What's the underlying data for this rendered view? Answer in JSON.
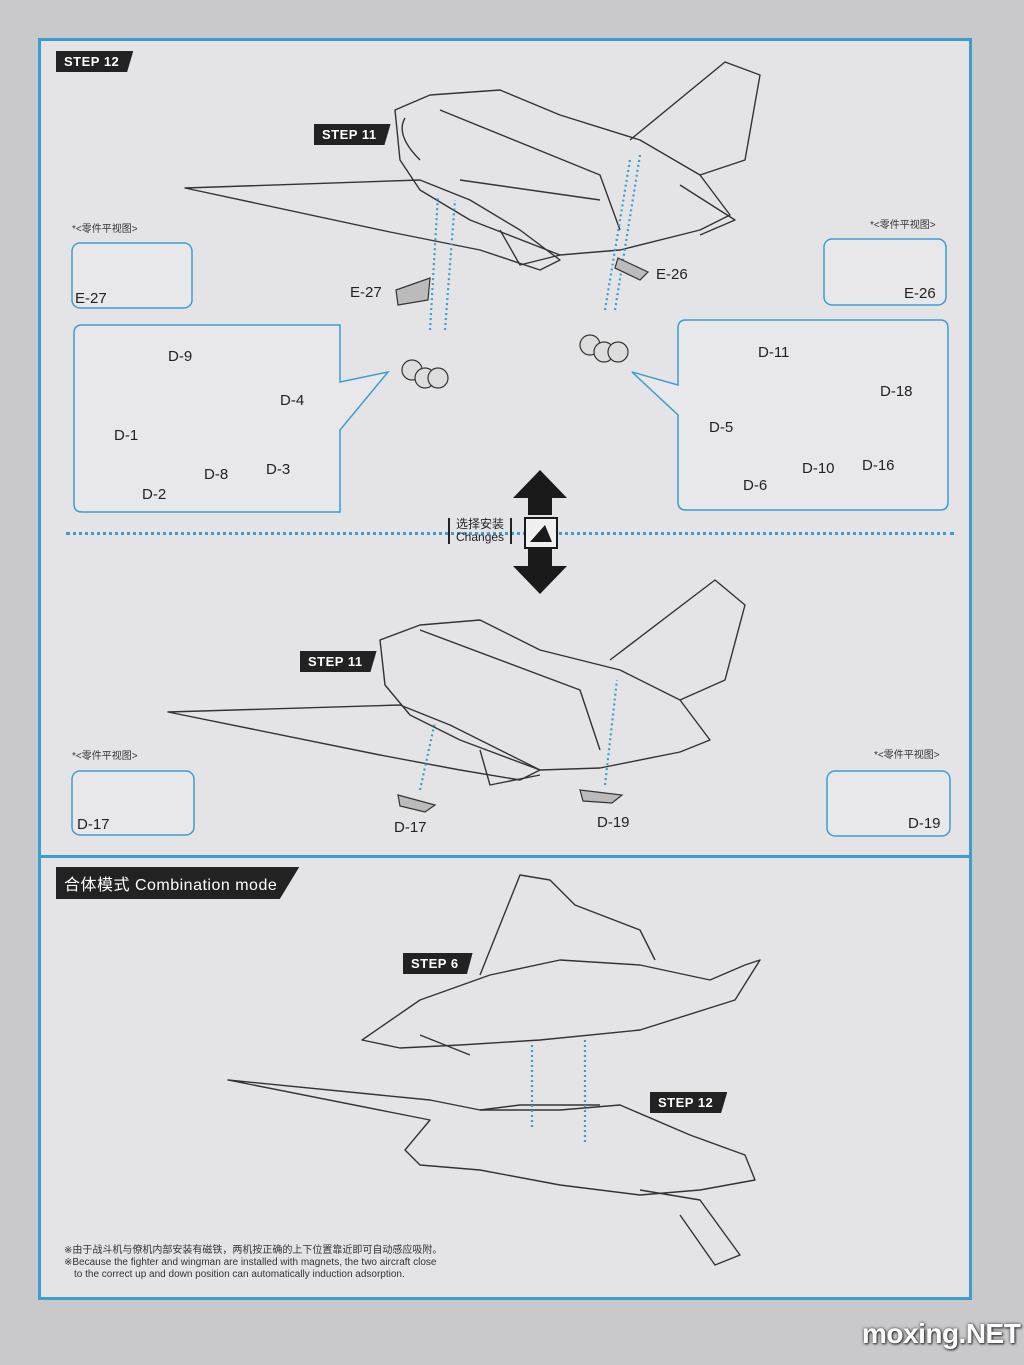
{
  "steps": {
    "step12": "STEP 12",
    "step11_top": "STEP 11",
    "step11_mid": "STEP 11",
    "step6": "STEP 6",
    "step12_bottom": "STEP 12",
    "combination": "合体模式 Combination mode"
  },
  "view_note": "*<零件平视图>",
  "changes": {
    "cn": "选择安装",
    "en": "Changes"
  },
  "parts": {
    "E27": "E-27",
    "E26": "E-26",
    "D9": "D-9",
    "D4": "D-4",
    "D1": "D-1",
    "D8": "D-8",
    "D3": "D-3",
    "D2": "D-2",
    "D11": "D-11",
    "D18": "D-18",
    "D5": "D-5",
    "D10": "D-10",
    "D16": "D-16",
    "D6": "D-6",
    "D17": "D-17",
    "D19": "D-19"
  },
  "footnote": {
    "cn": "※由于战斗机与僚机内部安装有磁铁，两机按正确的上下位置靠近即可自动感应吸附。",
    "en1": "※Because the fighter and wingman are installed with magnets, the two aircraft close",
    "en2": "to the correct up and down position can automatically induction adsorption."
  },
  "watermark": "moxing.NET",
  "colors": {
    "accent": "#3a9fd0",
    "tag": "#222222",
    "paper": "#e4e4e6"
  }
}
